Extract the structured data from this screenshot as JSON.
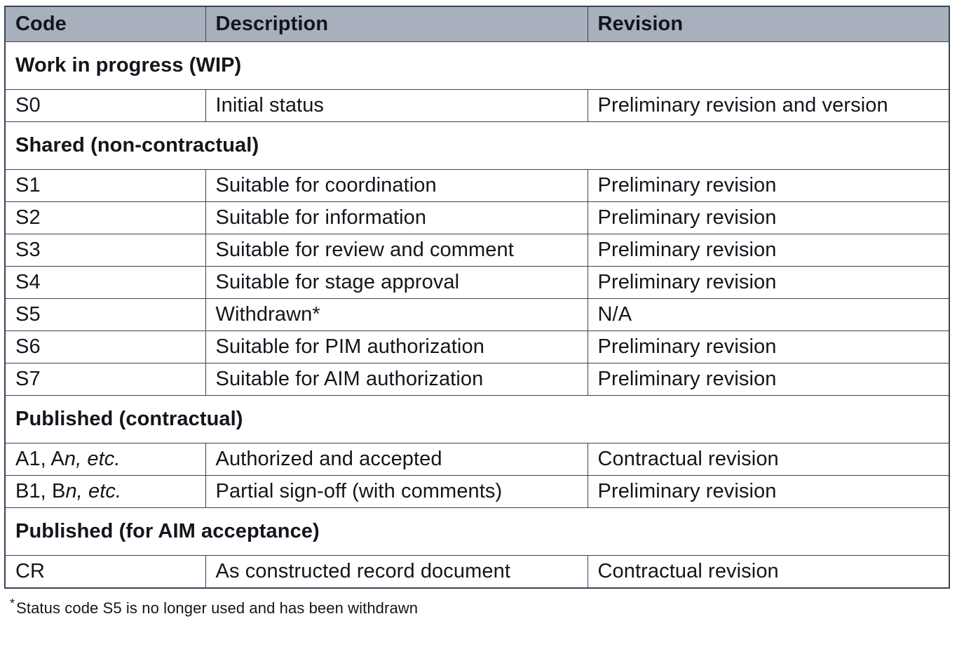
{
  "table": {
    "columns": [
      "Code",
      "Description",
      "Revision"
    ],
    "header_background": "#a7b0bc",
    "border_color": "#3a4454",
    "sections": [
      {
        "title": "Work in progress (WIP)",
        "rows": [
          {
            "code": "S0",
            "description": "Initial status",
            "revision": "Preliminary revision and version"
          }
        ]
      },
      {
        "title": "Shared (non-contractual)",
        "rows": [
          {
            "code": "S1",
            "description": "Suitable for coordination",
            "revision": "Preliminary revision"
          },
          {
            "code": "S2",
            "description": "Suitable for information",
            "revision": "Preliminary revision"
          },
          {
            "code": "S3",
            "description": "Suitable for review and comment",
            "revision": "Preliminary revision"
          },
          {
            "code": "S4",
            "description": "Suitable for stage approval",
            "revision": "Preliminary revision"
          },
          {
            "code": "S5",
            "description": "Withdrawn*",
            "revision": "N/A"
          },
          {
            "code": "S6",
            "description": "Suitable for PIM authorization",
            "revision": "Preliminary revision"
          },
          {
            "code": "S7",
            "description": "Suitable for AIM authorization",
            "revision": "Preliminary revision"
          }
        ]
      },
      {
        "title": "Published (contractual)",
        "rows": [
          {
            "code": "A1, An, etc.",
            "code_prefix": "A1, A",
            "code_italic_mid": "n",
            "code_italic_suffix": ", etc.",
            "description": "Authorized and accepted",
            "revision": "Contractual revision"
          },
          {
            "code": "B1, Bn, etc.",
            "code_prefix": "B1, B",
            "code_italic_mid": "n",
            "code_italic_suffix": ", etc.",
            "description": "Partial sign-off (with comments)",
            "revision": "Preliminary revision"
          }
        ]
      },
      {
        "title": "Published (for AIM acceptance)",
        "rows": [
          {
            "code": "CR",
            "description": "As constructed record document",
            "revision": "Contractual revision"
          }
        ]
      }
    ]
  },
  "footnote": {
    "marker": "*",
    "text": "Status code S5 is no longer used and has been withdrawn"
  }
}
